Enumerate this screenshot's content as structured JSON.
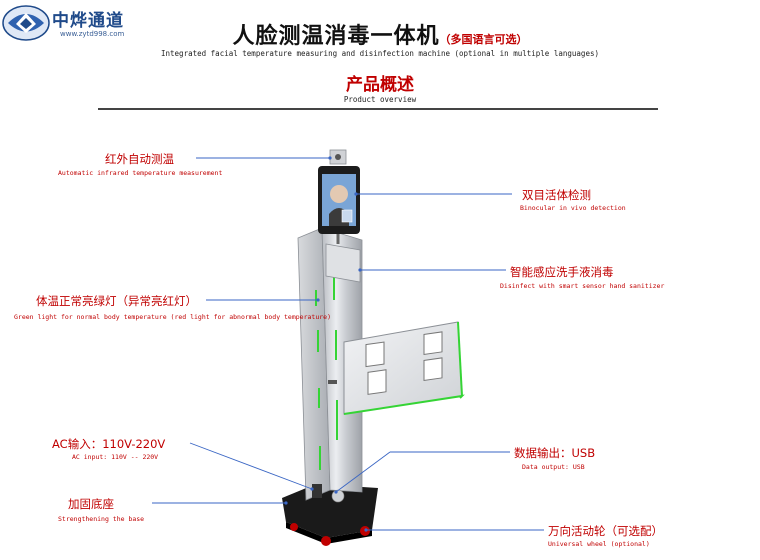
{
  "logo": {
    "name": "中烨通道",
    "url": "www.zytd998.com"
  },
  "title": {
    "main": "人脸测温消毒一体机",
    "note": "（多国语言可选）",
    "english": "Integrated facial temperature measuring and disinfection machine (optional in multiple languages)"
  },
  "section": {
    "title": "产品概述",
    "english": "Product overview"
  },
  "labels": {
    "infrared": {
      "cn": "红外自动测温",
      "en": "Automatic infrared temperature measurement"
    },
    "binocular": {
      "cn": "双目活体检测",
      "en": "Binocular in vivo detection"
    },
    "disinfect": {
      "cn": "智能感应洗手液消毒",
      "en": "Disinfect with smart sensor hand sanitizer"
    },
    "light": {
      "cn": "体温正常亮绿灯（异常亮红灯）",
      "en": "Green light for normal body temperature (red light for abnormal body temperature)"
    },
    "ac": {
      "cn": "AC输入：110V-220V",
      "en": "AC input: 110V -- 220V"
    },
    "data": {
      "cn": "数据输出：USB",
      "en": "Data output: USB"
    },
    "base": {
      "cn": "加固底座",
      "en": "Strengthening the base"
    },
    "wheel": {
      "cn": "万向活动轮（可选配）",
      "en": "Universal wheel (optional)"
    }
  },
  "colors": {
    "accent": "#c00000",
    "line": "#3a66c4",
    "brand": "#1f4a8a"
  }
}
